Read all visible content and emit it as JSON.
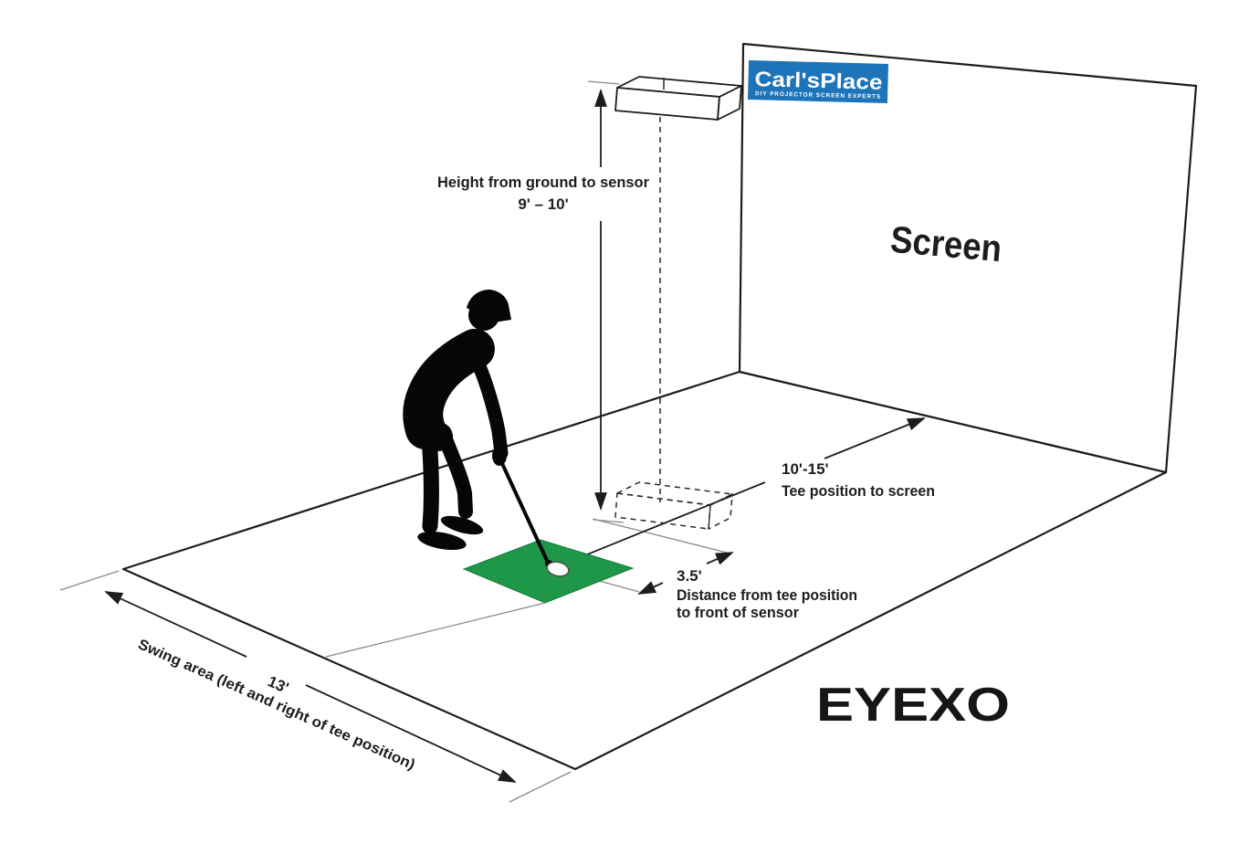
{
  "brand_badge": {
    "title": "Carl'sPlace",
    "tagline": "DIY PROJECTOR SCREEN EXPERTS"
  },
  "labels": {
    "screen": "Screen",
    "product_wordmark": "EYEXO"
  },
  "dimensions": {
    "sensor_height": {
      "label": "Height from ground to sensor",
      "value": "9' – 10'"
    },
    "tee_to_screen": {
      "value": "10'-15'",
      "label": "Tee position to screen"
    },
    "tee_to_sensor": {
      "value": "3.5'",
      "label_line1": "Distance from tee position",
      "label_line2": "to front of sensor"
    },
    "swing_area": {
      "value": "13'",
      "label": "Swing area (left and right of tee position)"
    }
  },
  "colors": {
    "mat_green": "#1f9749",
    "badge_blue": "#1e74b9",
    "line": "#1d1d1b",
    "guide_gray": "#8a8a8a"
  }
}
